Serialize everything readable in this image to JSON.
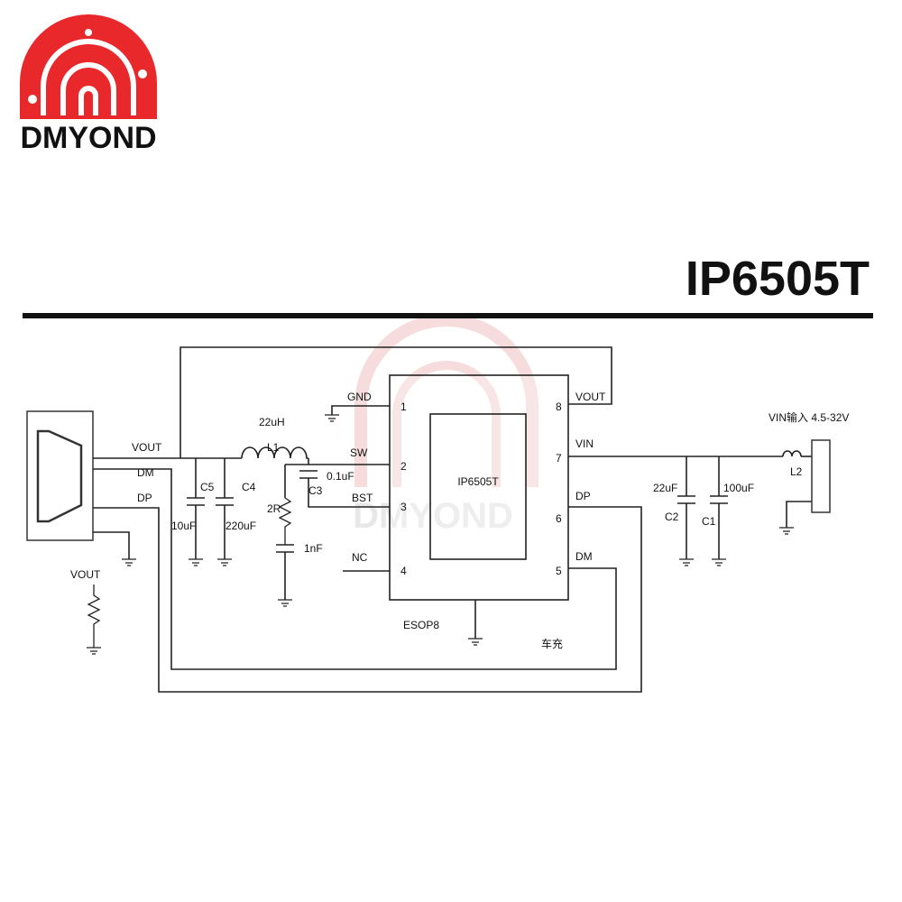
{
  "brand": {
    "name": "DMYOND",
    "color": "#e8282b"
  },
  "title": "IP6505T",
  "watermark": "DMYOND",
  "ic": {
    "name": "IP6505T",
    "package": "ESOP8",
    "pins": [
      {
        "num": "1",
        "name": "GND"
      },
      {
        "num": "2",
        "name": "SW"
      },
      {
        "num": "3",
        "name": "BST"
      },
      {
        "num": "4",
        "name": "NC"
      },
      {
        "num": "5",
        "name": "DM"
      },
      {
        "num": "6",
        "name": "DP"
      },
      {
        "num": "7",
        "name": "VIN"
      },
      {
        "num": "8",
        "name": "VOUT"
      }
    ]
  },
  "usb": {
    "vout": "VOUT",
    "dm": "DM",
    "dp": "DP"
  },
  "components": {
    "l1_value": "22uH",
    "l1_name": "L1",
    "c5_name": "C5",
    "c5_value": "10uF",
    "c4_name": "C4",
    "c4_value": "220uF",
    "c3_name": "C3",
    "c3_value": "0.1uF",
    "r_value": "2R",
    "cap_1nf": "1nF",
    "c2_value": "22uF",
    "c2_name": "C2",
    "c1_value": "100uF",
    "c1_name": "C1",
    "l2_name": "L2",
    "pullup_label": "VOUT"
  },
  "input": {
    "label": "VIN输入 4.5-32V"
  },
  "note": "车充"
}
